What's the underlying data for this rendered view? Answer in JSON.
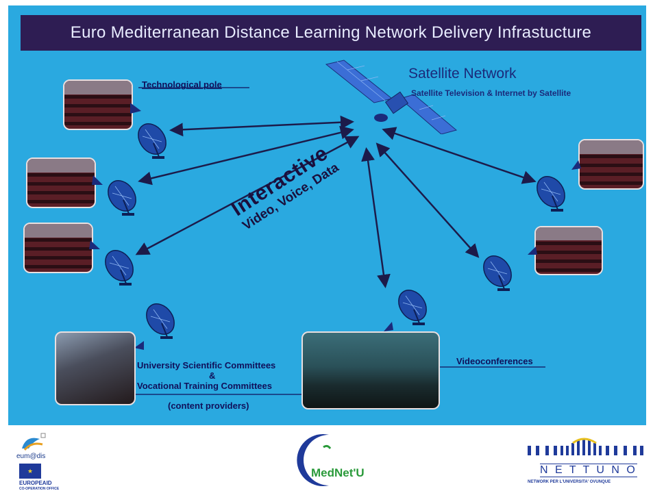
{
  "title": "Euro Mediterranean Distance Learning Network Delivery Infrastucture",
  "satellite": {
    "title": "Satellite Network",
    "subtitle": "Satellite Television & Internet by Satellite"
  },
  "labels": {
    "tech_pole": "Technological pole",
    "interactive_big": "Interactive",
    "interactive_small": "Video, Voice, Data",
    "committees_line1": "University Scientific Committees",
    "committees_amp": "&",
    "committees_line2": "Vocational Training Committees",
    "content_providers": "(content providers)",
    "videoconferences": "Videoconferences"
  },
  "logos": {
    "eumedis": "eum@dis",
    "europeaid": "EUROPEAID",
    "europeaid_sub": "CO-OPERATION OFFICE",
    "mednet": "MedNet'U",
    "nettuno": "N E T T U N O",
    "nettuno_sub": "NETWORK PER L'UNIVERSITA' OVUNQUE"
  },
  "colors": {
    "slide_bg": "#2aa9e0",
    "title_bg": "#2e1d53",
    "arrow": "#1c1b4a",
    "label_text": "#10105a"
  }
}
